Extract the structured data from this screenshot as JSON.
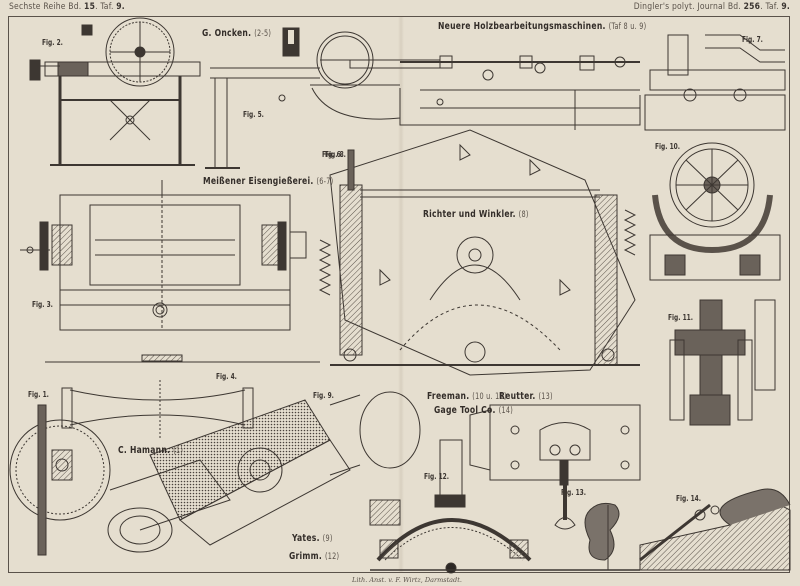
{
  "header": {
    "left_prefix": "Sechste Reihe Bd.",
    "left_volume": "15",
    "left_plate_prefix": ". Taf.",
    "left_plate": "9.",
    "right_prefix": "Dingler's polyt. Journal Bd.",
    "right_volume": "256",
    "right_plate_prefix": ". Taf.",
    "right_plate": "9."
  },
  "sections": {
    "main_title": "Neuere Holzbearbeitungsmaschinen.",
    "main_title_ref": "(Taf 8 u. 9)",
    "oncken": "G. Oncken.",
    "oncken_ref": "(2-5)",
    "meissen": "Meißener Eisengießerei.",
    "meissen_ref": "(6-7)",
    "richter": "Richter und Winkler.",
    "richter_ref": "(8)",
    "hamann": "C. Hamann.",
    "hamann_ref": "(1)",
    "yates": "Yates.",
    "yates_ref": "(9)",
    "grimm": "Grimm.",
    "grimm_ref": "(12)",
    "freeman": "Freeman.",
    "freeman_ref": "(10 u. 11)",
    "reutter": "Reutter.",
    "reutter_ref": "(13)",
    "gage": "Gage Tool Co.",
    "gage_ref": "(14)"
  },
  "figures": {
    "fig1": "Fig. 1.",
    "fig2": "Fig. 2.",
    "fig3": "Fig. 3.",
    "fig4": "Fig. 4.",
    "fig5": "Fig. 5.",
    "fig6": "Fig. 6.",
    "fig7": "Fig. 7.",
    "fig8": "Fig. 8.",
    "fig9": "Fig. 9.",
    "fig10": "Fig. 10.",
    "fig11": "Fig. 11.",
    "fig12": "Fig. 12.",
    "fig13": "Fig. 13.",
    "fig14": "Fig. 14."
  },
  "imprint": "Lith. Anst. v. F. Wirtz, Darmstadt."
}
